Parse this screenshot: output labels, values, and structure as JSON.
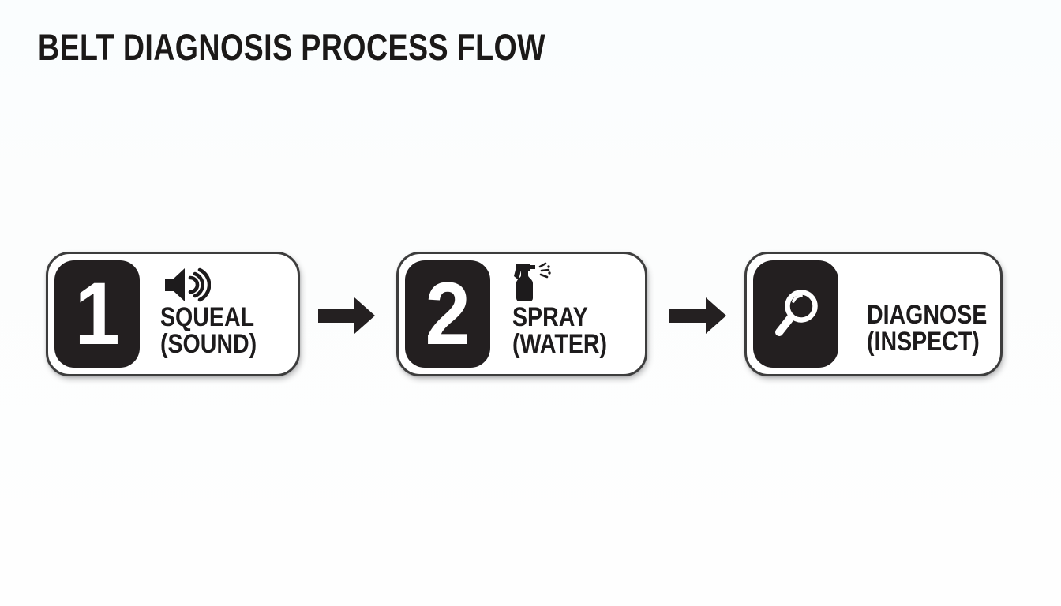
{
  "title": "BELT DIAGNOSIS PROCESS FLOW",
  "steps": [
    {
      "badge": "1",
      "icon": "speaker-sound-icon",
      "label_line1": "SQUEAL",
      "label_line2": "(SOUND)"
    },
    {
      "badge": "2",
      "icon": "spray-bottle-icon",
      "label_line1": "SPRAY",
      "label_line2": "(WATER)"
    },
    {
      "badge": "",
      "icon": "magnifier-icon",
      "label_line1": "DIAGNOSE",
      "label_line2": "(INSPECT)"
    }
  ],
  "arrows": {
    "icon": "right-arrow-icon",
    "count": 2
  },
  "colors": {
    "background": "#fcfdfd",
    "card_fill": "#ffffff",
    "card_border": "#3d3d3d",
    "badge_fill": "#231f20",
    "ink": "#1d1b1c",
    "arrow": "#242021",
    "badge_glyph": "#ffffff"
  }
}
